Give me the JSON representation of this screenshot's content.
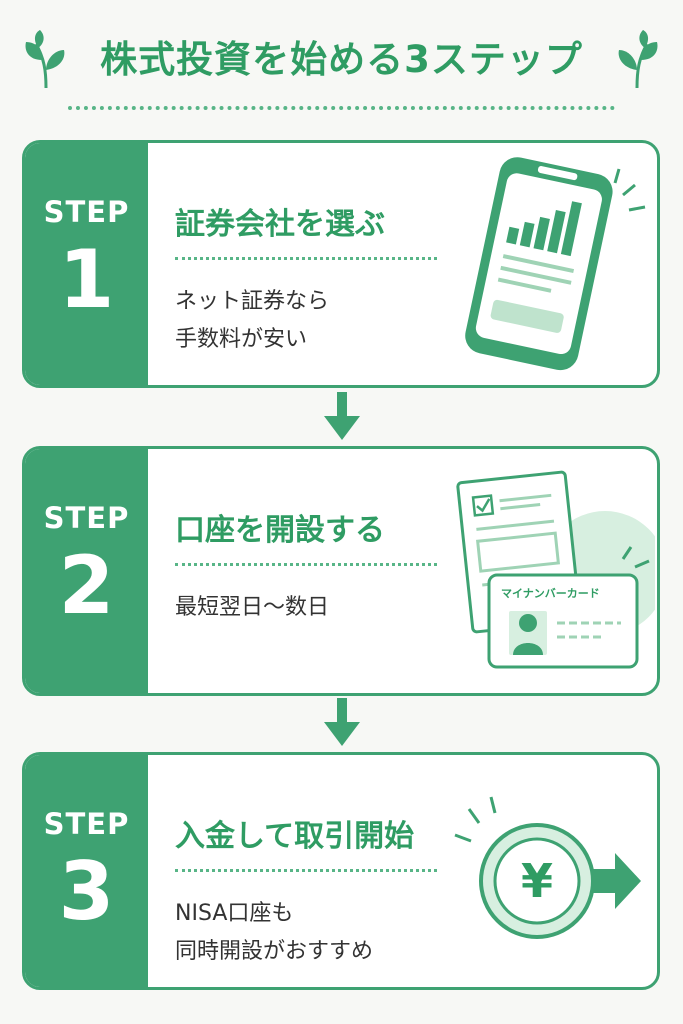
{
  "title": "株式投資を始める3ステップ",
  "steps": [
    {
      "label": "STEP",
      "number": "1",
      "heading": "証券会社を選ぶ",
      "desc": [
        "ネット証券なら",
        "手数料が安い"
      ],
      "illustration": "smartphone-chart-icon"
    },
    {
      "label": "STEP",
      "number": "2",
      "heading": "口座を開設する",
      "desc": [
        "最短翌日～数日"
      ],
      "illustration": "document-and-id-card-icon",
      "card_label": "マイナンバーカード"
    },
    {
      "label": "STEP",
      "number": "3",
      "heading": "入金して取引開始",
      "desc": [
        "NISA口座も",
        "同時開設がおすすめ"
      ],
      "illustration": "yen-coin-arrow-icon",
      "coin_symbol": "¥"
    }
  ],
  "colors": {
    "accent": "#3ea272",
    "title": "#2f9c63",
    "light": "#d7efe0",
    "background": "#f7f8f5"
  }
}
